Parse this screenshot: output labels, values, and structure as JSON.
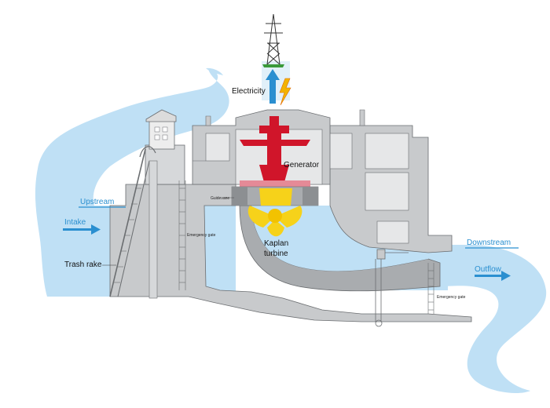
{
  "labels": {
    "electricity": "Electricity",
    "generator": "Generator",
    "kaplan_turbine_line1": "Kaplan",
    "kaplan_turbine_line2": "turbine",
    "upstream": "Upstream",
    "intake": "Intake",
    "trash_rake": "Trash rake",
    "downstream": "Downstream",
    "outflow": "Outflow",
    "guidevane": "Guidevane",
    "emergency_gate_left": "Emergency gate",
    "emergency_gate_right": "Emergency gate"
  },
  "colors": {
    "water": "#bfe0f5",
    "water_dark": "#9fcdeb",
    "concrete": "#c8cacc",
    "concrete_dark": "#a9acaf",
    "outline": "#6a6d70",
    "accent_blue": "#2a8fd0",
    "generator_red": "#d0152a",
    "turbine_yellow": "#f6d21a",
    "bolt_yellow": "#f2b400",
    "bolt_orange": "#e06a00",
    "tower": "#333333"
  },
  "icons": {
    "power_tower": "transmission-tower-icon",
    "bolt": "lightning-bolt-icon",
    "up_arrow": "up-arrow-icon",
    "intake_arrow": "right-arrow-icon",
    "outflow_arrow": "right-arrow-icon"
  }
}
